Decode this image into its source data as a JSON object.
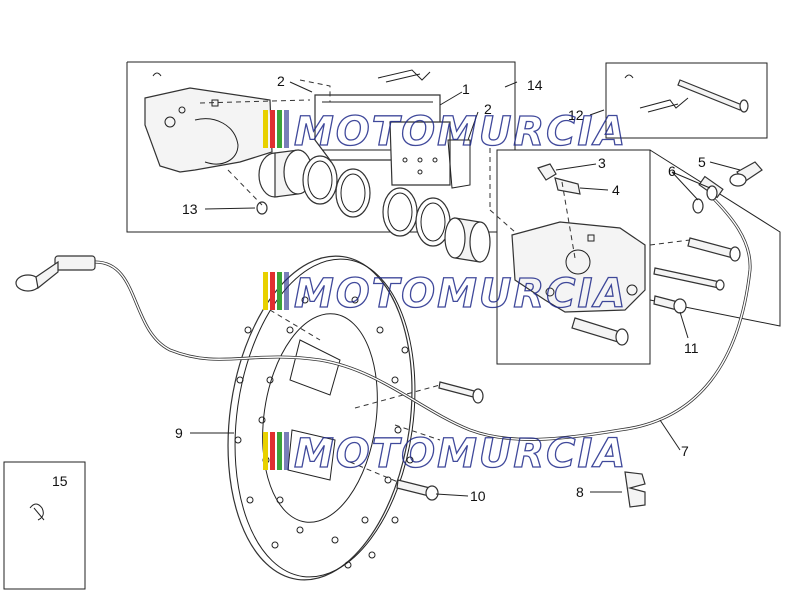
{
  "diagram": {
    "callouts": [
      "1",
      "2",
      "2",
      "3",
      "4",
      "5",
      "6",
      "7",
      "8",
      "9",
      "10",
      "11",
      "12",
      "13",
      "14",
      "15"
    ]
  },
  "watermark": {
    "text": "MOTOMURCIA",
    "colors": [
      "#e8d100",
      "#e03030",
      "#3aa33a",
      "#1f2a8a"
    ]
  }
}
